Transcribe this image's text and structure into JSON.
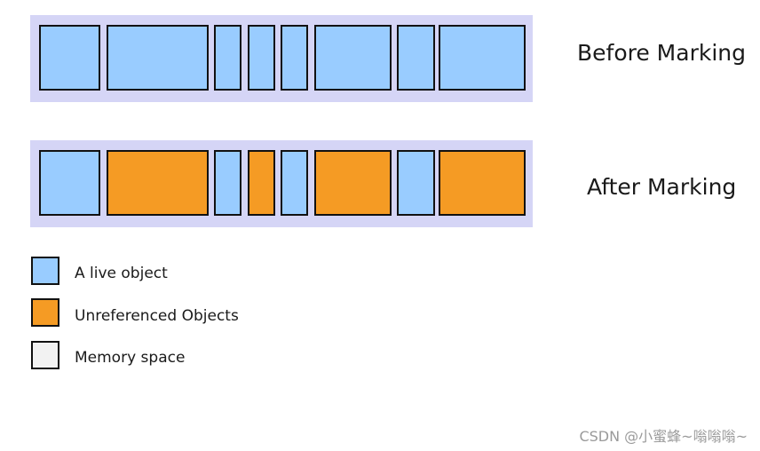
{
  "colors": {
    "live": "#99ccff",
    "unreferenced": "#f59b24",
    "memory_space": "#f2f2f2",
    "heap_background": "#d5d5f6"
  },
  "rows": [
    {
      "label": "Before Marking",
      "blocks": [
        "live",
        "live",
        "live",
        "live",
        "live",
        "live",
        "live",
        "live"
      ]
    },
    {
      "label": "After Marking",
      "blocks": [
        "live",
        "unreferenced",
        "live",
        "unreferenced",
        "live",
        "unreferenced",
        "live",
        "unreferenced"
      ]
    }
  ],
  "legend": [
    {
      "key": "live",
      "label": "A live object"
    },
    {
      "key": "unreferenced",
      "label": "Unreferenced Objects"
    },
    {
      "key": "memory_space",
      "label": "Memory space"
    }
  ],
  "watermark": "CSDN @小蜜蜂~嗡嗡嗡~"
}
